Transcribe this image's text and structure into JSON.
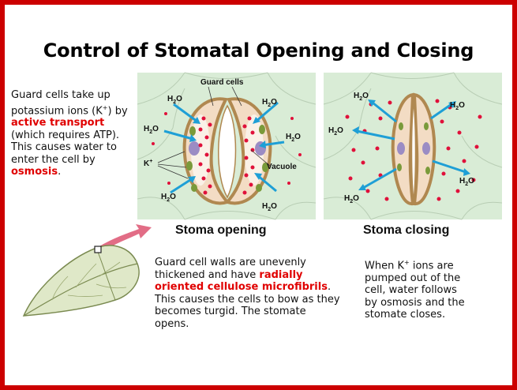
{
  "title": "Control of Stomatal Opening and Closing",
  "left_text": {
    "part1": "Guard cells take up potassium ions (K",
    "sup": "+",
    "part2": ") by ",
    "highlight1": "active transport",
    "part3": " (which requires ATP).  This causes water to enter the cell by ",
    "highlight2": "osmosis",
    "part4": "."
  },
  "opening_diagram": {
    "labels": {
      "guard_cells": "Guard cells",
      "vacuole": "Vacuole",
      "k_ion": "K+",
      "water": "H2O"
    },
    "caption": "Stoma opening"
  },
  "closing_diagram": {
    "labels": {
      "water": "H2O"
    },
    "caption": "Stoma closing"
  },
  "middle_text": {
    "part1": "Guard cell walls are unevenly thickened and have ",
    "highlight": "radially oriented cellulose microfibrils",
    "part2": ". This causes the cells to bow as they  becomes turgid.  The stomate opens."
  },
  "right_text": {
    "part1": "When K",
    "sup": "+",
    "part2": " ions are pumped out of the cell, water follows by osmosis and the stomate closes."
  },
  "colors": {
    "border": "#cc0000",
    "highlight": "#e00000",
    "panel_bg": "#d9ecd6",
    "cell_wall": "#c8a878",
    "arrow": "#1e9fd6",
    "ion_dot": "#e0103a",
    "chloroplast": "#7a9a3a",
    "leaf_pointer": "#e26d86"
  },
  "icons": [
    "leaf-illustration",
    "pink-pointer-arrow"
  ]
}
